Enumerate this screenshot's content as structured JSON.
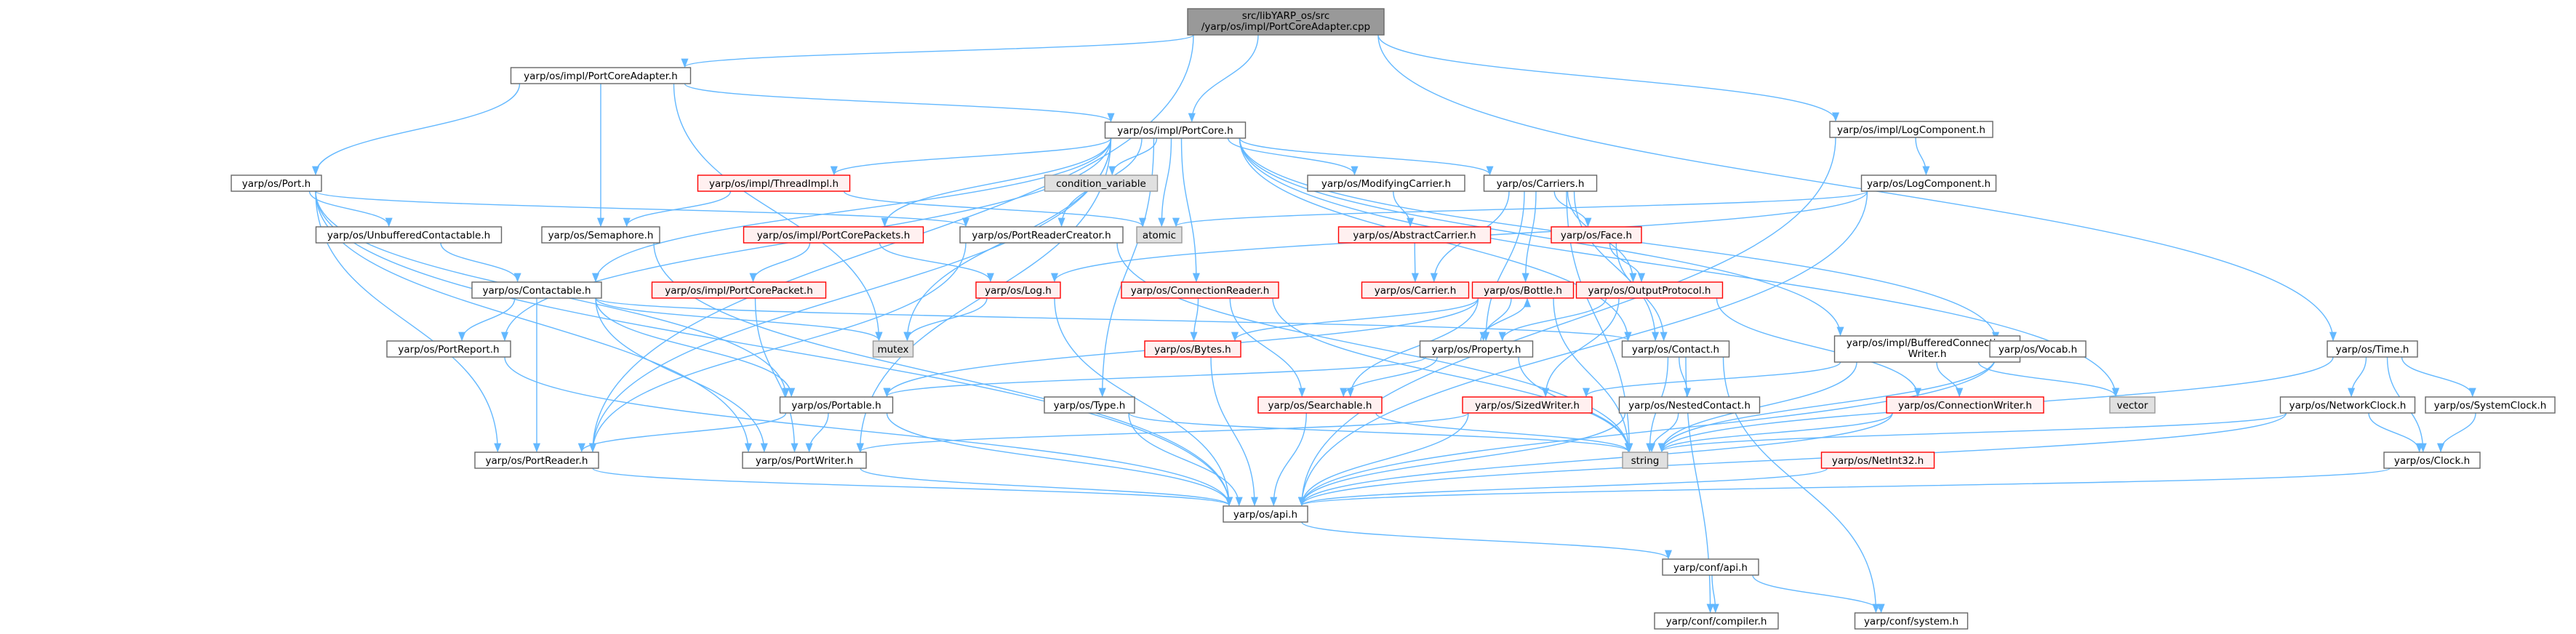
{
  "colors": {
    "edge": "#63b8ff",
    "root_fill": "#999999",
    "root_border": "#666666",
    "normal_fill": "#ffffff",
    "normal_border": "#666666",
    "red_fill": "#fff0f0",
    "red_border": "#ff0000",
    "system_fill": "#e0e0e0",
    "system_border": "#999999"
  },
  "nodes": {
    "root": {
      "lines": [
        "src/libYARP_os/src",
        "/yarp/os/impl/PortCoreAdapter.cpp"
      ],
      "style": "root"
    },
    "pca_h": {
      "lines": [
        "yarp/os/impl/PortCoreAdapter.h"
      ],
      "style": "normal"
    },
    "portcore": {
      "lines": [
        "yarp/os/impl/PortCore.h"
      ],
      "style": "normal"
    },
    "logcomp_impl": {
      "lines": [
        "yarp/os/impl/LogComponent.h"
      ],
      "style": "normal"
    },
    "port": {
      "lines": [
        "yarp/os/Port.h"
      ],
      "style": "normal"
    },
    "threadimpl": {
      "lines": [
        "yarp/os/impl/ThreadImpl.h"
      ],
      "style": "red"
    },
    "condvar": {
      "lines": [
        "condition_variable"
      ],
      "style": "system"
    },
    "modcarrier": {
      "lines": [
        "yarp/os/ModifyingCarrier.h"
      ],
      "style": "normal"
    },
    "carriers": {
      "lines": [
        "yarp/os/Carriers.h"
      ],
      "style": "normal"
    },
    "logcomp": {
      "lines": [
        "yarp/os/LogComponent.h"
      ],
      "style": "normal"
    },
    "time": {
      "lines": [
        "yarp/os/Time.h"
      ],
      "style": "normal"
    },
    "unbuffered": {
      "lines": [
        "yarp/os/UnbufferedContactable.h"
      ],
      "style": "normal"
    },
    "semaphore": {
      "lines": [
        "yarp/os/Semaphore.h"
      ],
      "style": "normal"
    },
    "pcpackets": {
      "lines": [
        "yarp/os/impl/PortCorePackets.h"
      ],
      "style": "red"
    },
    "prcreator": {
      "lines": [
        "yarp/os/PortReaderCreator.h"
      ],
      "style": "normal"
    },
    "atomic": {
      "lines": [
        "atomic"
      ],
      "style": "system"
    },
    "abscarrier": {
      "lines": [
        "yarp/os/AbstractCarrier.h"
      ],
      "style": "red"
    },
    "face": {
      "lines": [
        "yarp/os/Face.h"
      ],
      "style": "red"
    },
    "contactable": {
      "lines": [
        "yarp/os/Contactable.h"
      ],
      "style": "normal"
    },
    "pcpacket": {
      "lines": [
        "yarp/os/impl/PortCorePacket.h"
      ],
      "style": "red"
    },
    "log": {
      "lines": [
        "yarp/os/Log.h"
      ],
      "style": "red"
    },
    "connreader": {
      "lines": [
        "yarp/os/ConnectionReader.h"
      ],
      "style": "red"
    },
    "carrier": {
      "lines": [
        "yarp/os/Carrier.h"
      ],
      "style": "red"
    },
    "bottle": {
      "lines": [
        "yarp/os/Bottle.h"
      ],
      "style": "red"
    },
    "outproto": {
      "lines": [
        "yarp/os/OutputProtocol.h"
      ],
      "style": "red"
    },
    "bufwriter": {
      "lines": [
        "yarp/os/impl/BufferedConnection",
        "Writer.h"
      ],
      "style": "normal"
    },
    "vocab": {
      "lines": [
        "yarp/os/Vocab.h"
      ],
      "style": "normal"
    },
    "portreport": {
      "lines": [
        "yarp/os/PortReport.h"
      ],
      "style": "normal"
    },
    "mutex": {
      "lines": [
        "mutex"
      ],
      "style": "system"
    },
    "bytes": {
      "lines": [
        "yarp/os/Bytes.h"
      ],
      "style": "red"
    },
    "property": {
      "lines": [
        "yarp/os/Property.h"
      ],
      "style": "normal"
    },
    "contact": {
      "lines": [
        "yarp/os/Contact.h"
      ],
      "style": "normal"
    },
    "vector": {
      "lines": [
        "vector"
      ],
      "style": "system"
    },
    "networkclock": {
      "lines": [
        "yarp/os/NetworkClock.h"
      ],
      "style": "normal"
    },
    "systemclock": {
      "lines": [
        "yarp/os/SystemClock.h"
      ],
      "style": "normal"
    },
    "portable": {
      "lines": [
        "yarp/os/Portable.h"
      ],
      "style": "normal"
    },
    "type": {
      "lines": [
        "yarp/os/Type.h"
      ],
      "style": "normal"
    },
    "searchable": {
      "lines": [
        "yarp/os/Searchable.h"
      ],
      "style": "red"
    },
    "sizedwriter": {
      "lines": [
        "yarp/os/SizedWriter.h"
      ],
      "style": "red"
    },
    "nestedcontact": {
      "lines": [
        "yarp/os/NestedContact.h"
      ],
      "style": "normal"
    },
    "connwriter": {
      "lines": [
        "yarp/os/ConnectionWriter.h"
      ],
      "style": "red"
    },
    "string": {
      "lines": [
        "string"
      ],
      "style": "system"
    },
    "portreader": {
      "lines": [
        "yarp/os/PortReader.h"
      ],
      "style": "normal"
    },
    "portwriter": {
      "lines": [
        "yarp/os/PortWriter.h"
      ],
      "style": "normal"
    },
    "netint32": {
      "lines": [
        "yarp/os/NetInt32.h"
      ],
      "style": "red"
    },
    "clock": {
      "lines": [
        "yarp/os/Clock.h"
      ],
      "style": "normal"
    },
    "api": {
      "lines": [
        "yarp/os/api.h"
      ],
      "style": "normal"
    },
    "confapi": {
      "lines": [
        "yarp/conf/api.h"
      ],
      "style": "normal"
    },
    "compiler": {
      "lines": [
        "yarp/conf/compiler.h"
      ],
      "style": "normal"
    },
    "system": {
      "lines": [
        "yarp/conf/system.h"
      ],
      "style": "normal"
    }
  },
  "edges": [
    [
      "root",
      "pca_h"
    ],
    [
      "root",
      "portcore"
    ],
    [
      "root",
      "logcomp_impl"
    ],
    [
      "root",
      "time"
    ],
    [
      "root",
      "portreader"
    ],
    [
      "pca_h",
      "portcore"
    ],
    [
      "pca_h",
      "port"
    ],
    [
      "pca_h",
      "semaphore"
    ],
    [
      "pca_h",
      "mutex"
    ],
    [
      "portcore",
      "threadimpl"
    ],
    [
      "portcore",
      "condvar"
    ],
    [
      "portcore",
      "modcarrier"
    ],
    [
      "portcore",
      "carriers"
    ],
    [
      "portcore",
      "pcpackets"
    ],
    [
      "portcore",
      "prcreator"
    ],
    [
      "portcore",
      "atomic"
    ],
    [
      "portcore",
      "contactable"
    ],
    [
      "portcore",
      "bufwriter"
    ],
    [
      "portcore",
      "vocab"
    ],
    [
      "portcore",
      "vector"
    ],
    [
      "portcore",
      "contact"
    ],
    [
      "portcore",
      "type"
    ],
    [
      "portcore",
      "portwriter"
    ],
    [
      "portcore",
      "portreader"
    ],
    [
      "portcore",
      "portreport"
    ],
    [
      "portcore",
      "connreader"
    ],
    [
      "portcore",
      "mutex"
    ],
    [
      "logcomp_impl",
      "logcomp"
    ],
    [
      "logcomp_impl",
      "api"
    ],
    [
      "port",
      "unbuffered"
    ],
    [
      "port",
      "prcreator"
    ],
    [
      "port",
      "portable"
    ],
    [
      "port",
      "portreader"
    ],
    [
      "port",
      "portwriter"
    ],
    [
      "port",
      "api"
    ],
    [
      "threadimpl",
      "semaphore"
    ],
    [
      "threadimpl",
      "atomic"
    ],
    [
      "modcarrier",
      "abscarrier"
    ],
    [
      "abscarrier",
      "carrier"
    ],
    [
      "carriers",
      "face"
    ],
    [
      "carriers",
      "carrier"
    ],
    [
      "carriers",
      "bottle"
    ],
    [
      "carriers",
      "outproto"
    ],
    [
      "carriers",
      "contact"
    ],
    [
      "carriers",
      "property"
    ],
    [
      "carriers",
      "string"
    ],
    [
      "logcomp",
      "log"
    ],
    [
      "logcomp",
      "atomic"
    ],
    [
      "logcomp",
      "api"
    ],
    [
      "time",
      "networkclock"
    ],
    [
      "time",
      "systemclock"
    ],
    [
      "time",
      "clock"
    ],
    [
      "time",
      "string"
    ],
    [
      "unbuffered",
      "contactable"
    ],
    [
      "semaphore",
      "api"
    ],
    [
      "pcpackets",
      "pcpacket"
    ],
    [
      "pcpackets",
      "log"
    ],
    [
      "pcpacket",
      "portwriter"
    ],
    [
      "prcreator",
      "portreader"
    ],
    [
      "prcreator",
      "string"
    ],
    [
      "face",
      "outproto"
    ],
    [
      "face",
      "contact"
    ],
    [
      "contactable",
      "portreport"
    ],
    [
      "contactable",
      "mutex"
    ],
    [
      "contactable",
      "contact"
    ],
    [
      "contactable",
      "portreader"
    ],
    [
      "contactable",
      "portwriter"
    ],
    [
      "contactable",
      "portable"
    ],
    [
      "log",
      "mutex"
    ],
    [
      "log",
      "api"
    ],
    [
      "connreader",
      "bytes"
    ],
    [
      "connreader",
      "searchable"
    ],
    [
      "connreader",
      "string"
    ],
    [
      "bottle",
      "property"
    ],
    [
      "bottle",
      "bytes"
    ],
    [
      "bottle",
      "portable"
    ],
    [
      "bottle",
      "searchable"
    ],
    [
      "bottle",
      "string"
    ],
    [
      "outproto",
      "property"
    ],
    [
      "outproto",
      "sizedwriter"
    ],
    [
      "outproto",
      "connwriter"
    ],
    [
      "bufwriter",
      "connwriter"
    ],
    [
      "bufwriter",
      "sizedwriter"
    ],
    [
      "bufwriter",
      "string"
    ],
    [
      "bufwriter",
      "vector"
    ],
    [
      "vocab",
      "string"
    ],
    [
      "vocab",
      "api"
    ],
    [
      "portreport",
      "api"
    ],
    [
      "bytes",
      "api"
    ],
    [
      "property",
      "portable"
    ],
    [
      "property",
      "searchable"
    ],
    [
      "property",
      "string"
    ],
    [
      "property",
      "bottle"
    ],
    [
      "contact",
      "nestedcontact"
    ],
    [
      "contact",
      "string"
    ],
    [
      "contact",
      "system"
    ],
    [
      "contact",
      "compiler"
    ],
    [
      "networkclock",
      "clock"
    ],
    [
      "networkclock",
      "string"
    ],
    [
      "networkclock",
      "api"
    ],
    [
      "systemclock",
      "clock"
    ],
    [
      "portable",
      "portreader"
    ],
    [
      "portable",
      "portwriter"
    ],
    [
      "portable",
      "api"
    ],
    [
      "type",
      "string"
    ],
    [
      "type",
      "api"
    ],
    [
      "searchable",
      "string"
    ],
    [
      "searchable",
      "api"
    ],
    [
      "sizedwriter",
      "portwriter"
    ],
    [
      "sizedwriter",
      "api"
    ],
    [
      "nestedcontact",
      "string"
    ],
    [
      "nestedcontact",
      "api"
    ],
    [
      "connwriter",
      "string"
    ],
    [
      "connwriter",
      "api"
    ],
    [
      "portreader",
      "api"
    ],
    [
      "portwriter",
      "api"
    ],
    [
      "netint32",
      "api"
    ],
    [
      "clock",
      "api"
    ],
    [
      "api",
      "confapi"
    ],
    [
      "confapi",
      "compiler"
    ],
    [
      "confapi",
      "system"
    ]
  ]
}
